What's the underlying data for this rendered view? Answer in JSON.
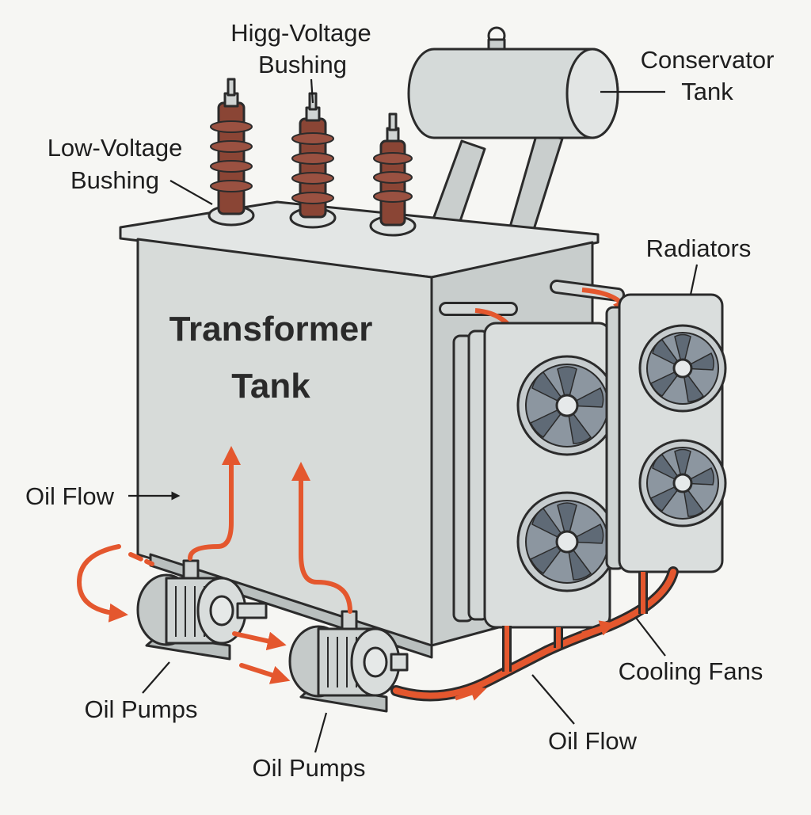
{
  "labels": {
    "hv_bushing": [
      "Higg-Voltage",
      "Bushing"
    ],
    "lv_bushing": [
      "Low-Voltage",
      "Bushing"
    ],
    "conservator": [
      "Conservator",
      "Tank"
    ],
    "radiators": "Radiators",
    "tank": [
      "Transformer",
      "Tank"
    ],
    "oil_flow_left": "Oil Flow",
    "oil_pumps_left": "Oil Pumps",
    "oil_pumps_bottom": "Oil Pumps",
    "cooling_fans": "Cooling Fans",
    "oil_flow_bottom": "Oil Flow"
  },
  "colors": {
    "background": "#f6f6f3",
    "tank_body": "#d7dbd9",
    "bushing": "#8a4535",
    "oil_flow": "#e4572e",
    "fan_blade": "#6f7a86"
  }
}
